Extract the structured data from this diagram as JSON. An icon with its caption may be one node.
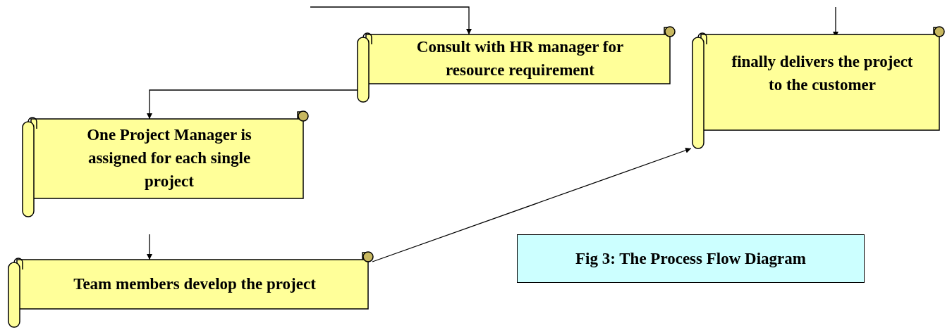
{
  "diagram": {
    "nodes": [
      {
        "text": [
          "Consult with HR manager for resource requirement"
        ]
      },
      {
        "text": [
          "One Project Manager is assigned for each single project"
        ]
      },
      {
        "text": [
          "Team members develop the project"
        ]
      },
      {
        "text": [
          "finally delivers the project to the customer"
        ]
      },
      {
        "text": [
          "Fig 3: The Process Flow Diagram"
        ]
      }
    ],
    "edges": [
      {
        "from": null,
        "to": 0,
        "arrow": "to"
      },
      {
        "from": 0,
        "to": 1,
        "arrow": "to"
      },
      {
        "from": null,
        "to": 2,
        "arrow": "to"
      },
      {
        "from": 2,
        "to": 3,
        "arrow": "to"
      },
      {
        "from": null,
        "to": 3,
        "arrow": "to"
      }
    ]
  }
}
